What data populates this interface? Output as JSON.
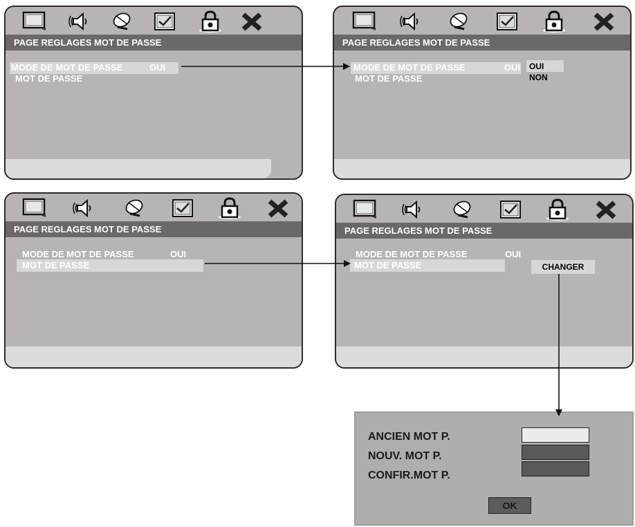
{
  "menu_title": "PAGE REGLAGES MOT DE PASSE",
  "rows": {
    "password_mode": "MODE DE MOT DE PASSE",
    "password": "MOT DE PASSE"
  },
  "values": {
    "password_mode": "OUI"
  },
  "popup_options": [
    "OUI",
    "NON"
  ],
  "change_button": "CHANGER",
  "dialog": {
    "old_password": "ANCIEN MOT P.",
    "new_password": "NOUV. MOT P.",
    "confirm_password": "CONFIR.MOT P.",
    "ok_button": "OK"
  },
  "icons": [
    "tv-screen-icon",
    "speaker-audio-icon",
    "satellite-dish-icon",
    "checkbox-preferences-icon",
    "padlock-icon",
    "close-x-icon"
  ],
  "colors": {
    "panel_bg": "#b8b4b4",
    "title_bar": "#6c6868",
    "highlight": "#d9d6d6"
  }
}
